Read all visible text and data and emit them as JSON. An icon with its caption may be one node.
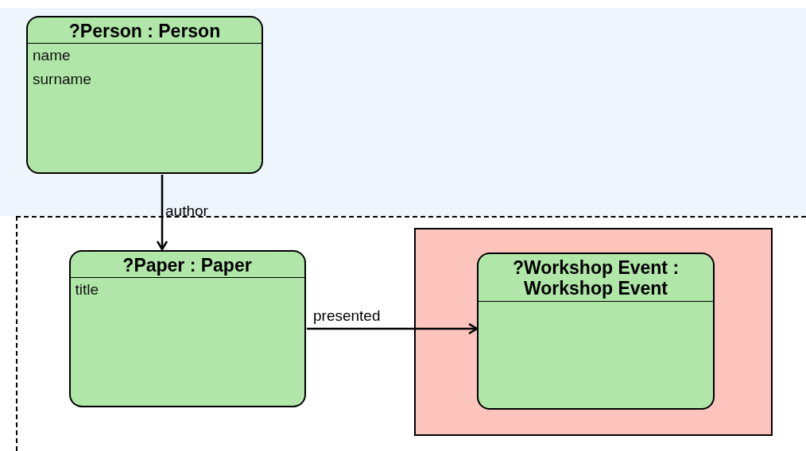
{
  "diagram": {
    "nodes": [
      {
        "text": [
          "?Person : Person",
          "name",
          "surname"
        ]
      },
      {
        "text": [],
        "shape": "box"
      },
      {
        "text": [
          "?Paper : Paper",
          "title"
        ],
        "in": 1
      },
      {
        "text": [],
        "shape": "box",
        "in": 1
      },
      {
        "text": [
          "?Workshop Event : Workshop Event"
        ],
        "in": 3
      }
    ],
    "edges": [
      {
        "from": 0,
        "to": 2,
        "label": "author",
        "arrow": "to"
      },
      {
        "from": 2,
        "to": 4,
        "label": "presented",
        "arrow": "to"
      }
    ]
  }
}
